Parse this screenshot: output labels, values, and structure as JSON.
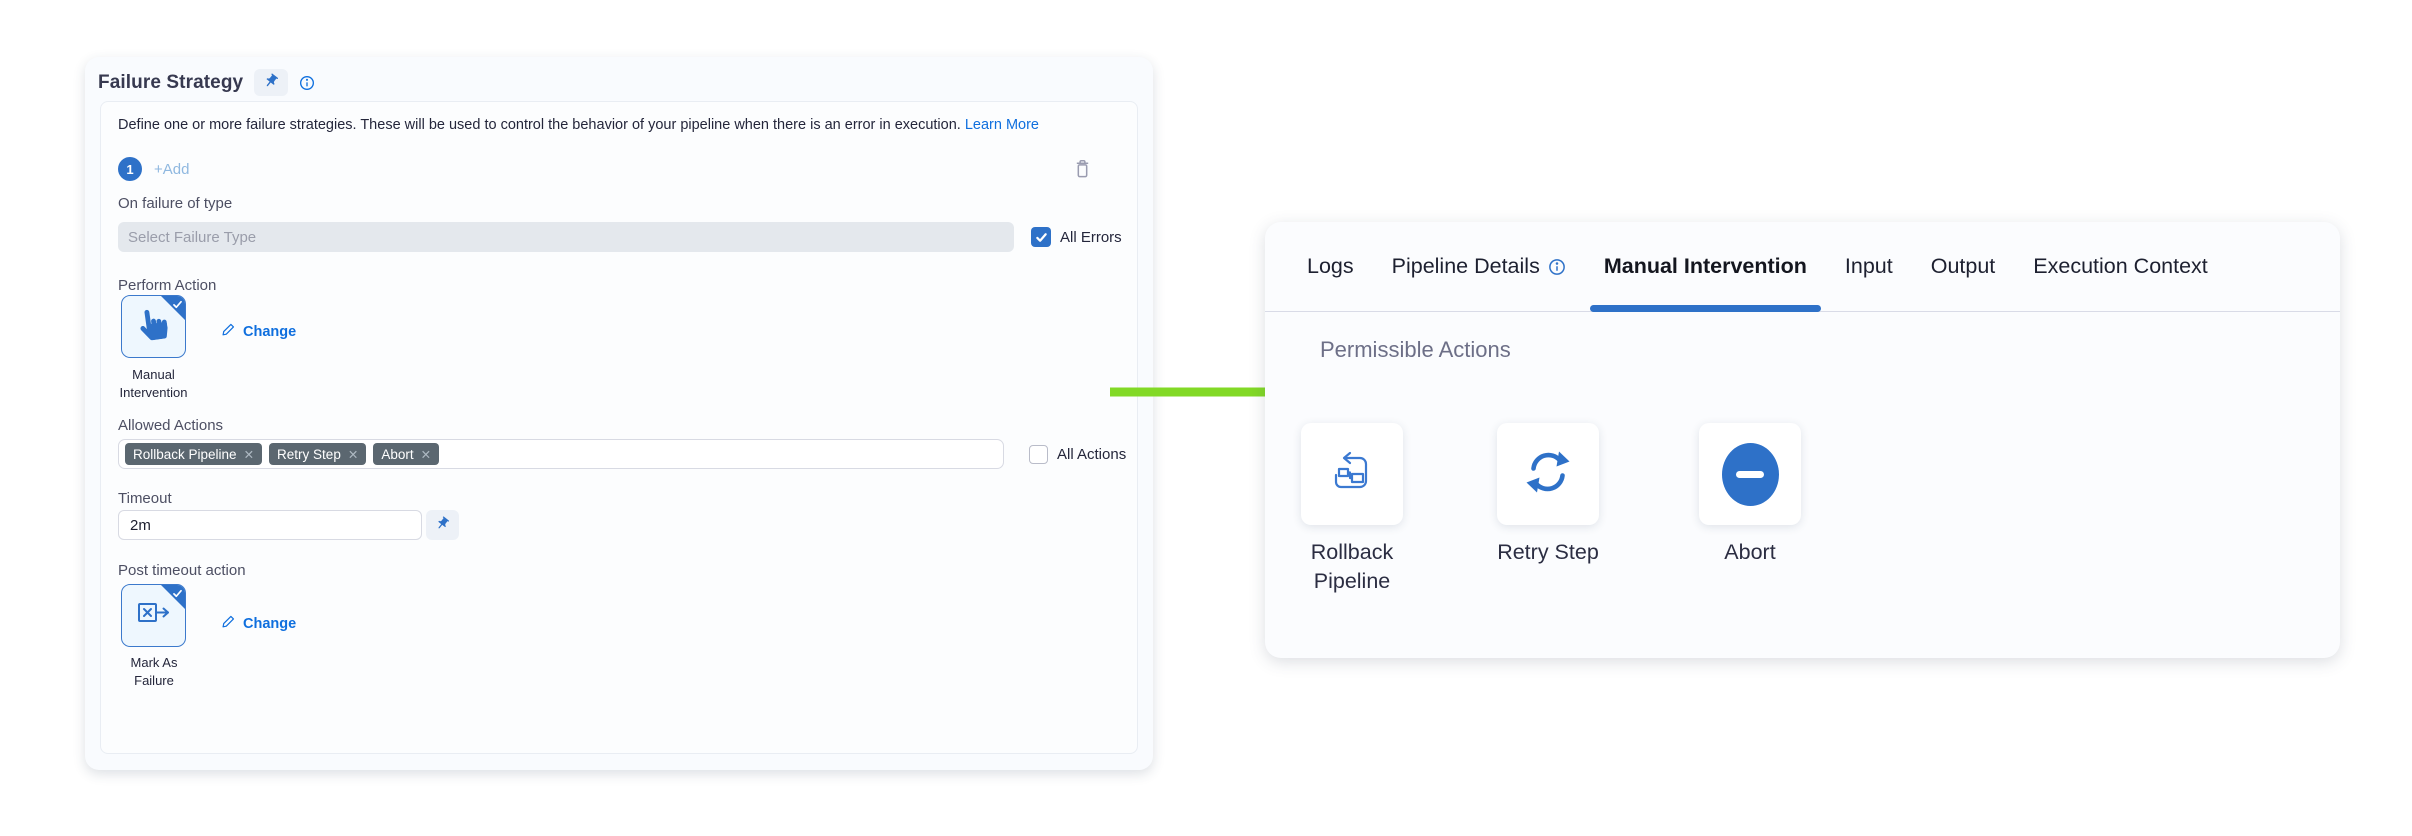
{
  "colors": {
    "accent_link_blue": "#0f6fde",
    "icon_blue": "#2e71c8",
    "tag_background": "#5b6770",
    "arrow_green": "#82d926",
    "tab_underline_blue": "#2e71c8",
    "disabled_input_gray": "#e4e8ed"
  },
  "icons": {
    "pin": "pushpin",
    "info": "circled-i",
    "delete": "trash-can",
    "edit": "pencil",
    "selected_check": "corner-checkmark",
    "manual_intervention": "hand-pointer",
    "mark_as_failure": "box-x-exit-arrow",
    "rollback_pipeline": "flowchart-return-arrow",
    "retry_step": "circular-refresh-arrows",
    "abort": "blue-circle-minus",
    "annotation_arrow": "green-arrow-right",
    "remove_tag": "x"
  },
  "failure_strategy": {
    "title": "Failure Strategy",
    "description": "Define one or more failure strategies. These will be used to control the behavior of your pipeline when there is an error in execution.",
    "learn_more": "Learn More",
    "strategy_index": "1",
    "add_label": "+Add",
    "on_failure_label": "On failure of type",
    "failure_type_placeholder": "Select Failure Type",
    "all_errors_label": "All Errors",
    "perform_action_label": "Perform Action",
    "perform_action": {
      "name": "Manual Intervention",
      "change_label": "Change"
    },
    "allowed_actions_label": "Allowed Actions",
    "allowed_actions": [
      "Rollback Pipeline",
      "Retry Step",
      "Abort"
    ],
    "all_actions_label": "All Actions",
    "timeout_label": "Timeout",
    "timeout_value": "2m",
    "post_timeout_label": "Post timeout action",
    "post_timeout_action": {
      "name": "Mark As Failure",
      "change_label": "Change"
    }
  },
  "details_panel": {
    "tabs": [
      {
        "label": "Logs"
      },
      {
        "label": "Pipeline Details",
        "has_info": true
      },
      {
        "label": "Manual Intervention",
        "active": true
      },
      {
        "label": "Input"
      },
      {
        "label": "Output"
      },
      {
        "label": "Execution Context"
      }
    ],
    "permissible_actions_title": "Permissible Actions",
    "actions": [
      {
        "label": "Rollback Pipeline",
        "icon": "rollback-pipeline-icon"
      },
      {
        "label": "Retry Step",
        "icon": "retry-step-icon"
      },
      {
        "label": "Abort",
        "icon": "abort-icon"
      }
    ]
  }
}
